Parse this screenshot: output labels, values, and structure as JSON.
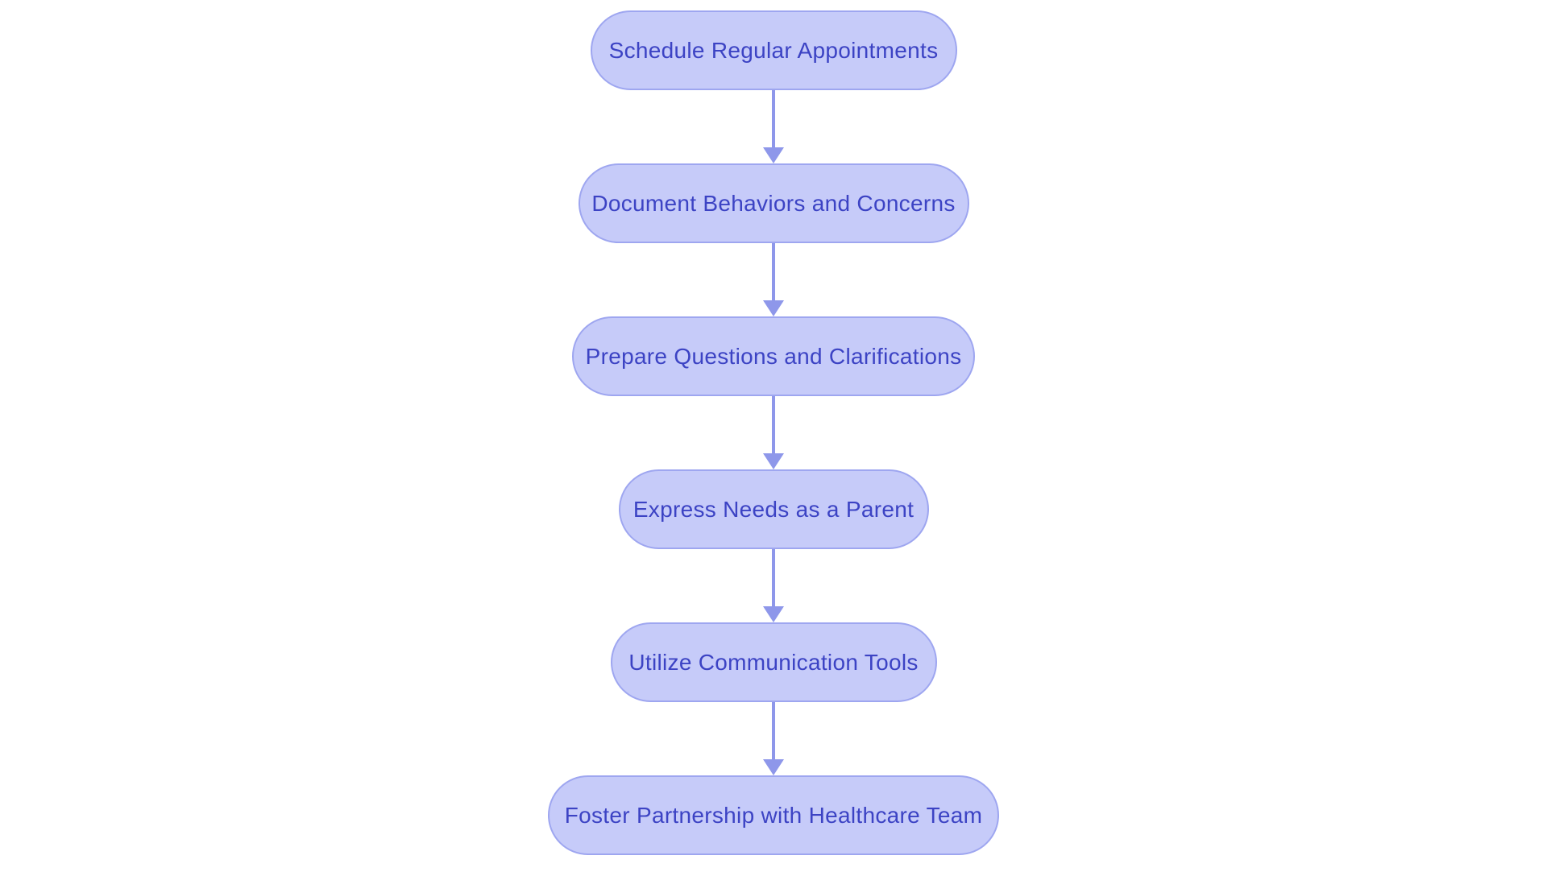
{
  "diagram": {
    "type": "flowchart",
    "direction": "top-down",
    "background_color": "#ffffff",
    "node_fill_color": "#c6cbf9",
    "node_border_color": "#9ea6f0",
    "node_text_color": "#3c43c4",
    "arrow_color": "#8e97ea",
    "nodes": [
      {
        "id": 1,
        "label": "Schedule Regular Appointments"
      },
      {
        "id": 2,
        "label": "Document Behaviors and Concerns"
      },
      {
        "id": 3,
        "label": "Prepare Questions and Clarifications"
      },
      {
        "id": 4,
        "label": "Express Needs as a Parent"
      },
      {
        "id": 5,
        "label": "Utilize Communication Tools"
      },
      {
        "id": 6,
        "label": "Foster Partnership with Healthcare Team"
      }
    ],
    "connections": [
      {
        "from": 1,
        "to": 2
      },
      {
        "from": 2,
        "to": 3
      },
      {
        "from": 3,
        "to": 4
      },
      {
        "from": 4,
        "to": 5
      },
      {
        "from": 5,
        "to": 6
      }
    ]
  }
}
